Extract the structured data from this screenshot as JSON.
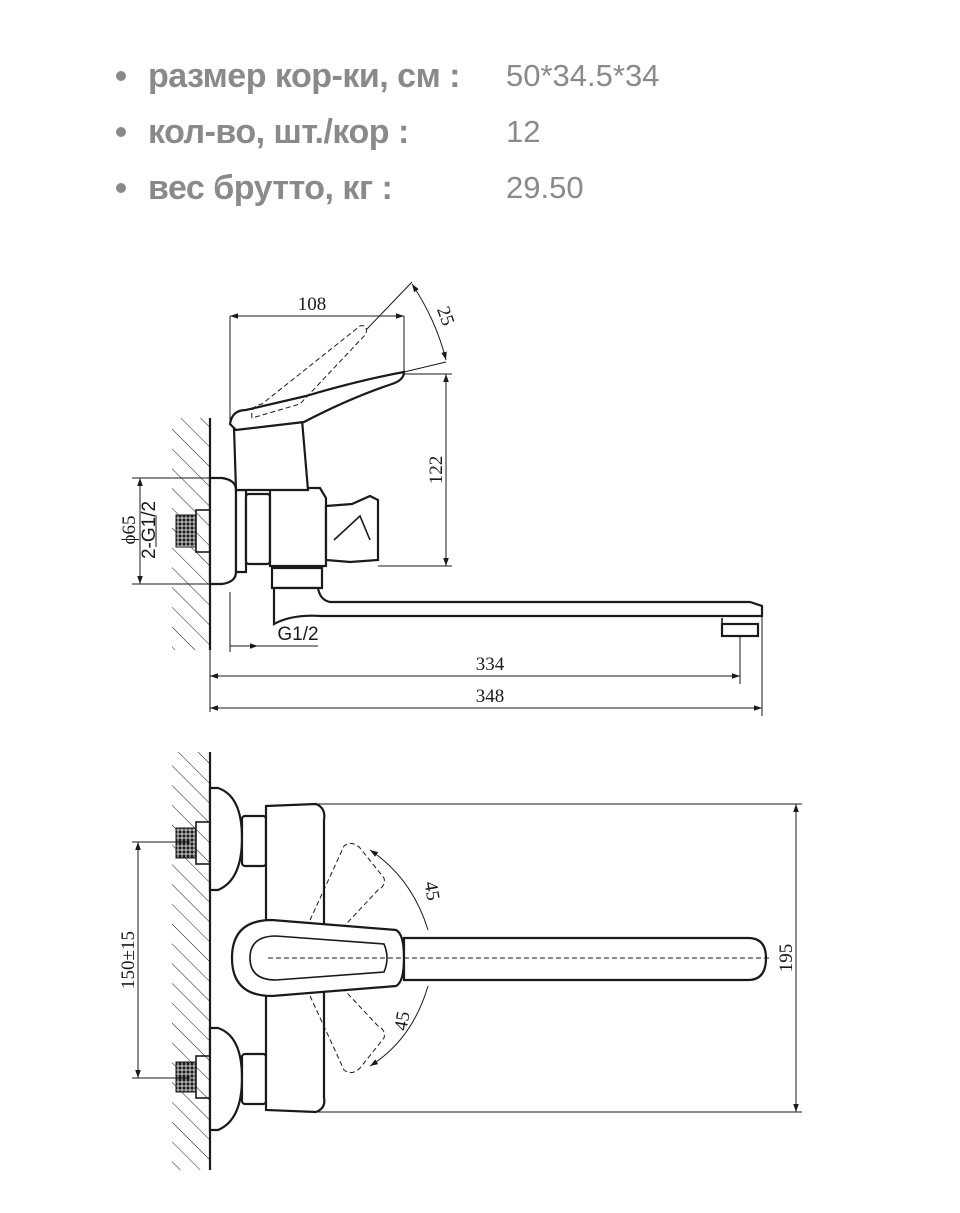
{
  "specs": [
    {
      "label": "размер кор-ки, см :",
      "value": "50*34.5*34"
    },
    {
      "label": "кол-во, шт./кор :",
      "value": "12"
    },
    {
      "label": "вес брутто, кг  :",
      "value": "29.50"
    }
  ],
  "side_view": {
    "lever_length": "108",
    "lever_angle": "25",
    "height": "122",
    "flange_diameter": "ϕ65",
    "inlet_thread": "2-G1/2",
    "outlet_thread": "G1/2",
    "spout_reach": "334",
    "overall_length": "348"
  },
  "top_view": {
    "inlet_spacing": "150±15",
    "body_depth": "195",
    "lever_rotation_upper": "45",
    "lever_rotation_lower": "45"
  }
}
